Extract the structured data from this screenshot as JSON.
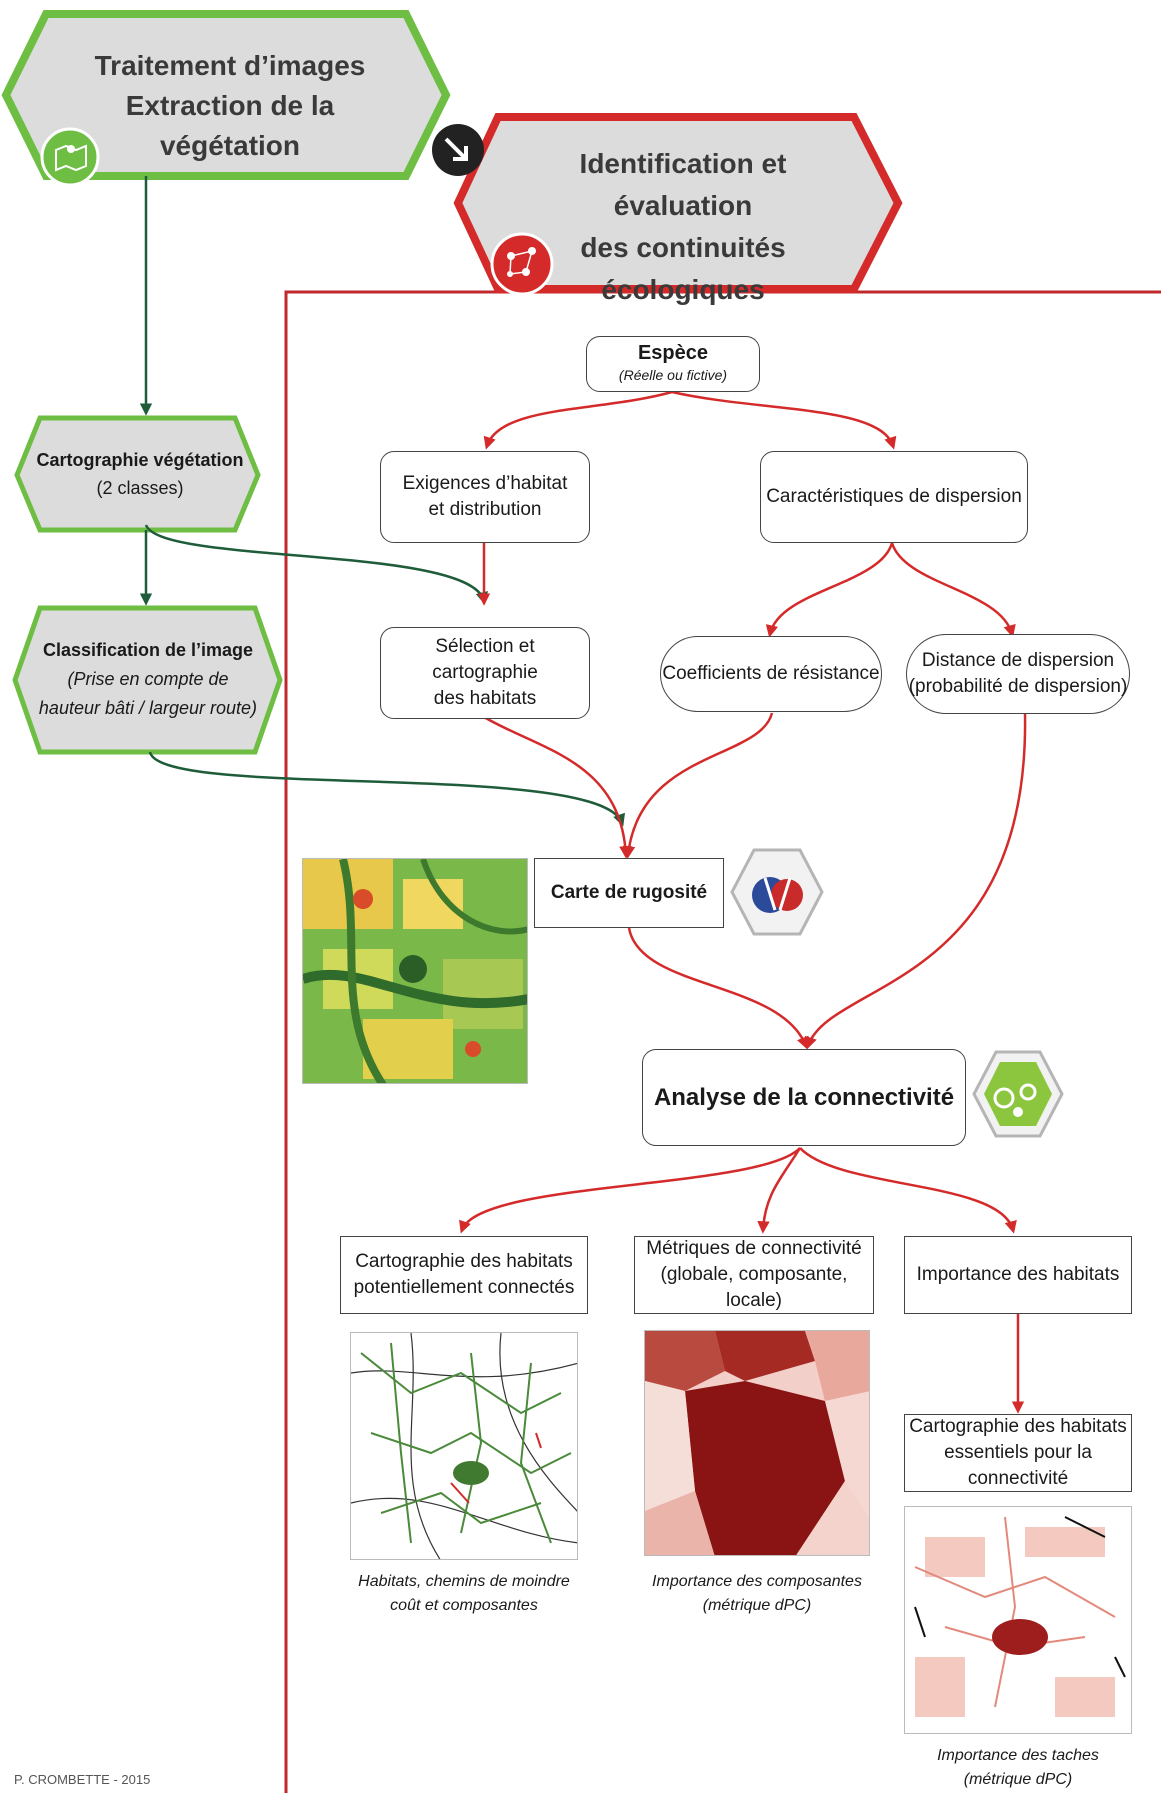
{
  "header_left": {
    "line1": "Traitement d’images",
    "line2": "Extraction de la végétation"
  },
  "header_right": {
    "line1": "Identification et évaluation",
    "line2": "des continuités écologiques"
  },
  "left_column": {
    "veg_map": {
      "title": "Cartographie végétation",
      "subtitle": "(2 classes)"
    },
    "classification": {
      "title": "Classification de l’image",
      "note_line1": "(Prise en compte de",
      "note_line2": "hauteur bâti / largeur route)"
    }
  },
  "species": {
    "title": "Espèce",
    "subtitle": "(Réelle ou fictive)"
  },
  "habitat_req": {
    "line1": "Exigences d’habitat",
    "line2": "et distribution"
  },
  "dispersal": {
    "label": "Caractéristiques de dispersion"
  },
  "habitat_select": {
    "line1": "Sélection et cartographie",
    "line2": "des habitats"
  },
  "resistance": {
    "label": "Coefficients de résistance"
  },
  "distance": {
    "line1": "Distance de dispersion",
    "line2": "(probabilité de dispersion)"
  },
  "roughness": {
    "label": "Carte de rugosité"
  },
  "connectivity": {
    "label": "Analyse de la connectivité"
  },
  "outputs": {
    "habitats_map": {
      "line1": "Cartographie des habitats",
      "line2": "potentiellement connectés",
      "caption1": "Habitats, chemins de moindre",
      "caption2": "coût et composantes"
    },
    "metrics": {
      "line1": "Métriques de connectivité",
      "line2": "(globale, composante, locale)",
      "caption1": "Importance des composantes",
      "caption2": "(métrique dPC)"
    },
    "importance": {
      "label": "Importance des habitats"
    },
    "essential": {
      "line1": "Cartographie des habitats",
      "line2": "essentiels pour la connectivité",
      "caption1": "Importance des taches",
      "caption2": "(métrique dPC)"
    }
  },
  "credit": "P. CROMBETTE - 2015",
  "colors": {
    "green": "#6fbe44",
    "dark_green": "#1e5c3a",
    "red": "#d42a2a",
    "grey": "#e3e3e3"
  }
}
